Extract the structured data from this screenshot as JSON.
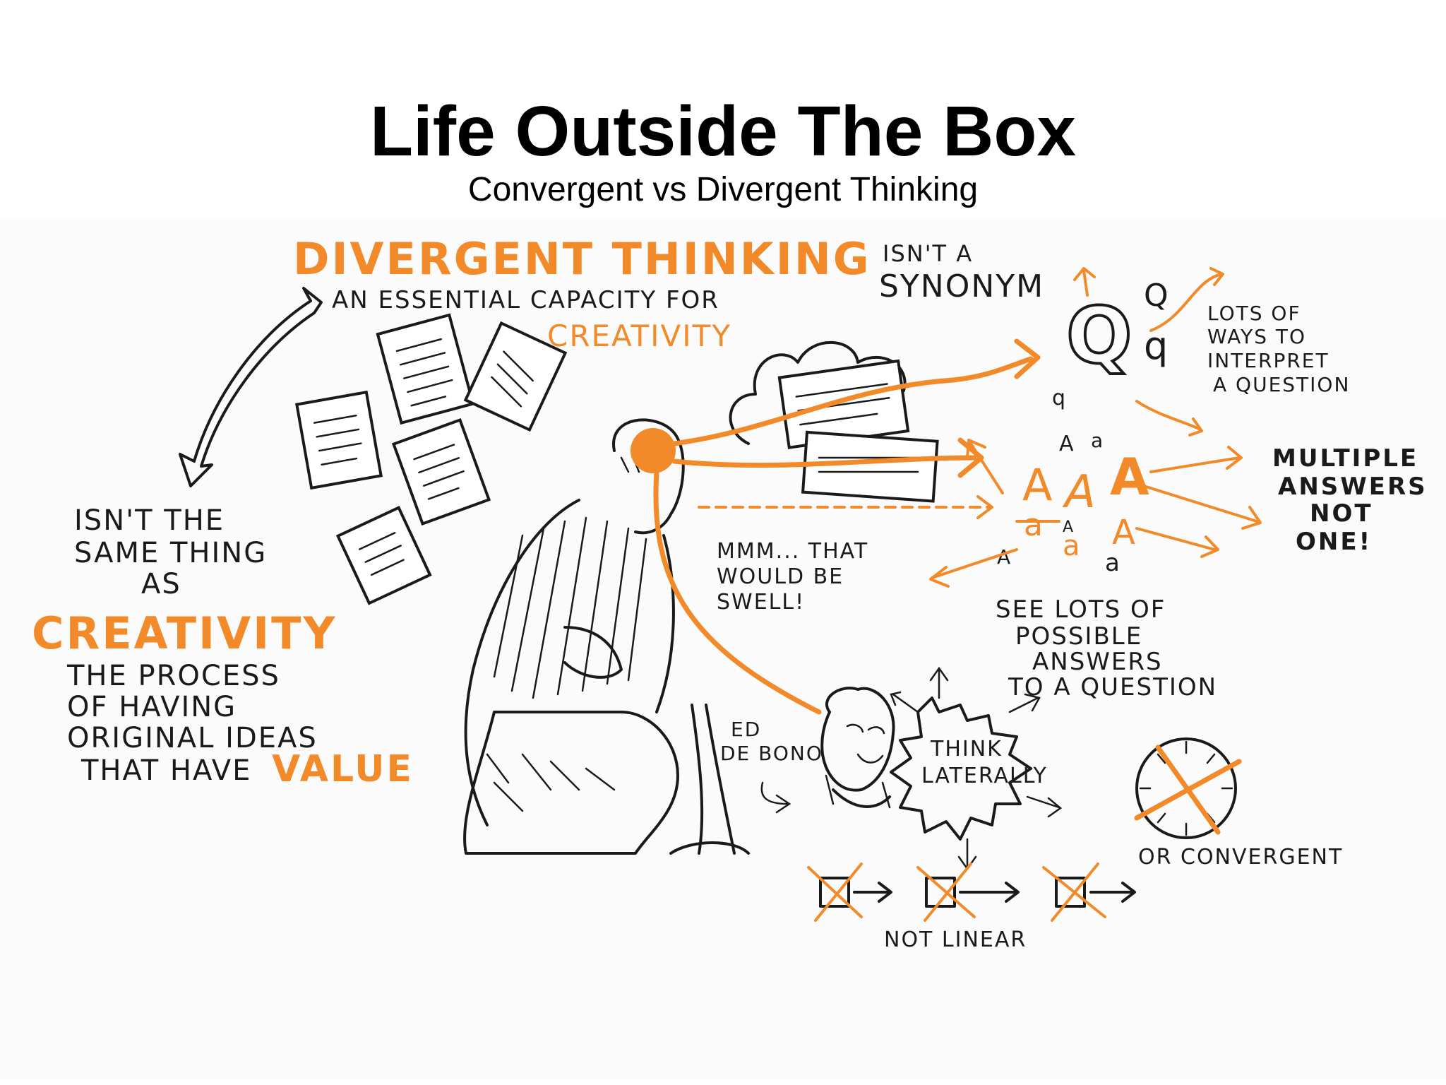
{
  "slide": {
    "title": "Life Outside The Box",
    "subtitle": "Convergent vs Divergent Thinking"
  },
  "colors": {
    "accent": "#f28a2a",
    "ink": "#1a1a1a",
    "background": "#ffffff"
  },
  "sketch": {
    "divergent_heading": "DIVERGENT THINKING",
    "isnt_a": "ISN'T A",
    "synonym": "SYNONYM",
    "essential_capacity": "AN ESSENTIAL CAPACITY FOR",
    "creativity_top": "CREATIVITY",
    "isnt_same_1": "ISN'T THE",
    "isnt_same_2": "SAME THING",
    "isnt_same_3": "AS",
    "creativity_big": "CREATIVITY",
    "process_1": "THE PROCESS",
    "process_2": "OF HAVING",
    "process_3": "ORIGINAL IDEAS",
    "process_4": "THAT HAVE",
    "value": "VALUE",
    "speech_1": "MMM... THAT",
    "speech_2": "WOULD BE",
    "speech_3": "SWELL!",
    "ways_1": "LOTS OF",
    "ways_2": "WAYS TO",
    "ways_3": "INTERPRET",
    "ways_4": "A QUESTION",
    "multi_1": "MULTIPLE",
    "multi_2": "ANSWERS",
    "multi_3": "NOT",
    "multi_4": "ONE!",
    "see_1": "SEE LOTS OF",
    "see_2": "POSSIBLE",
    "see_3": "ANSWERS",
    "see_4": "TO A QUESTION",
    "ed_1": "ED",
    "ed_2": "DE BONO",
    "think_1": "THINK",
    "think_2": "LATERALLY",
    "or_convergent": "OR CONVERGENT",
    "not_linear": "NOT LINEAR",
    "q_big": "Q",
    "q_upper": "Q",
    "q_lower": "q",
    "q_small": "q",
    "a_letters": [
      "A",
      "a",
      "A",
      "A",
      "A",
      "a",
      "A",
      "a",
      "A",
      "a"
    ]
  }
}
